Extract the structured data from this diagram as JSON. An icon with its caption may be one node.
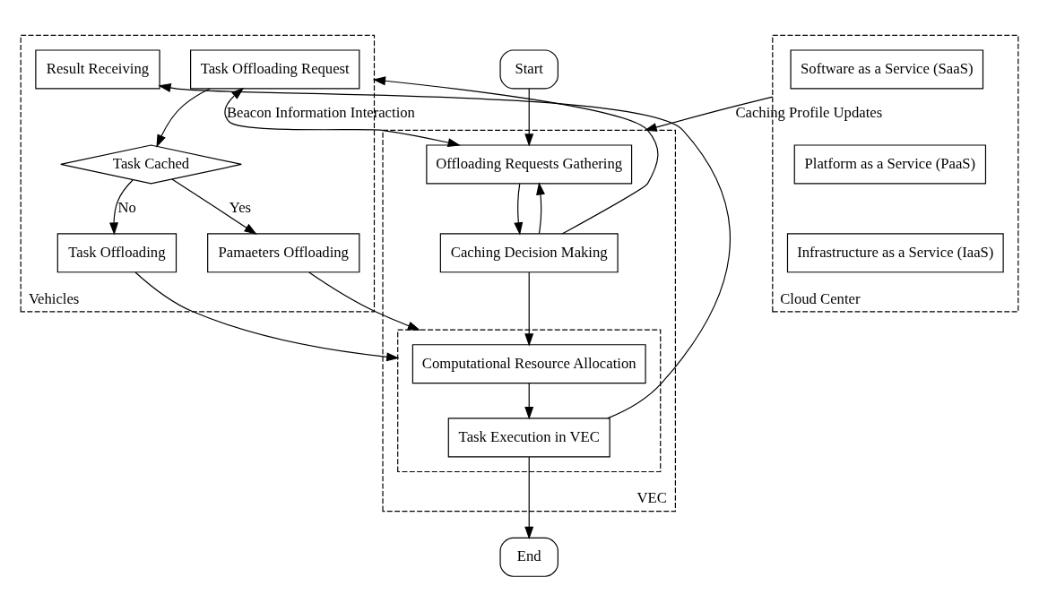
{
  "diagram": {
    "nodes": [
      {
        "text": [
          "Start"
        ]
      },
      {
        "text": [
          "VEC"
        ]
      },
      {
        "text": [
          "Offloading Requests Gathering"
        ],
        "in": 1
      },
      {
        "text": [
          "Caching Decision Making"
        ],
        "in": 1
      },
      {
        "text": [],
        "shape": "box",
        "in": 1
      },
      {
        "text": [
          "Computational Resource Allocation"
        ],
        "in": 4
      },
      {
        "text": [
          "Task Execution in VEC"
        ],
        "in": 4
      },
      {
        "text": [
          "Vehicles"
        ]
      },
      {
        "text": [
          "Task Offloading Request"
        ],
        "in": 7
      },
      {
        "text": [
          "Result Receiving"
        ],
        "in": 7
      },
      {
        "text": [
          "Task Cached"
        ],
        "in": 7
      },
      {
        "text": [
          "Task Offloading"
        ],
        "in": 7
      },
      {
        "text": [
          "Pamaeters Offloading"
        ],
        "in": 7
      },
      {
        "text": [
          "Cloud Center"
        ]
      },
      {
        "text": [
          "Software as a Service (SaaS)"
        ],
        "in": 13
      },
      {
        "text": [
          "Platform as a Service (PaaS)"
        ],
        "in": 13
      },
      {
        "text": [
          "Infrastructure as a Service (IaaS)"
        ],
        "in": 13
      },
      {
        "text": [
          "End"
        ]
      }
    ],
    "edges": [
      {
        "from": 0,
        "to": 2,
        "arrow": "to"
      },
      {
        "from": 8,
        "to": 2,
        "arrow": "both",
        "label": "Beacon Information Interaction"
      },
      {
        "from": 2,
        "to": 3,
        "arrow": "to"
      },
      {
        "from": 3,
        "to": 2,
        "arrow": "to"
      },
      {
        "from": 13,
        "to": 1,
        "arrow": "to",
        "label": "Caching Profile Updates"
      },
      {
        "from": 3,
        "to": 7,
        "arrow": "to"
      },
      {
        "from": 3,
        "to": 5,
        "arrow": "to"
      },
      {
        "from": 5,
        "to": 6,
        "arrow": "to"
      },
      {
        "from": 6,
        "to": 9,
        "arrow": "to"
      },
      {
        "from": 6,
        "to": 17,
        "arrow": "to"
      },
      {
        "from": 8,
        "to": 10,
        "arrow": "to"
      },
      {
        "from": 10,
        "to": 11,
        "arrow": "to",
        "label": "No"
      },
      {
        "from": 10,
        "to": 12,
        "arrow": "to",
        "label": "Yes"
      },
      {
        "from": 11,
        "to": 4,
        "arrow": "to"
      },
      {
        "from": 12,
        "to": 4,
        "arrow": "to"
      }
    ]
  }
}
